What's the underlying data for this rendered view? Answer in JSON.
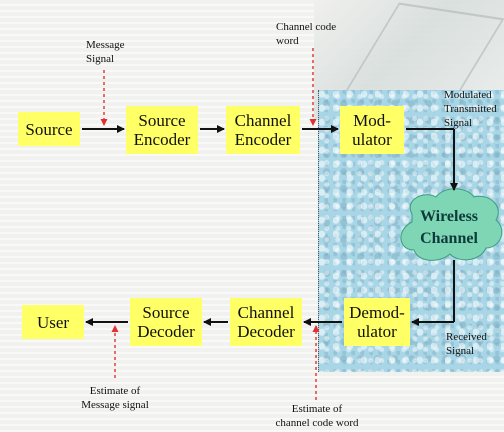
{
  "blocks": {
    "source": "Source",
    "source_encoder": "Source\nEncoder",
    "channel_encoder": "Channel\nEncoder",
    "modulator": "Mod-\nulator",
    "user": "User",
    "source_decoder": "Source\nDecoder",
    "channel_decoder": "Channel\nDecoder",
    "demodulator": "Demod-\nulator"
  },
  "channel": {
    "label": "Wireless\nChannel"
  },
  "annotations": {
    "message_signal": "Message\nSignal",
    "channel_code_word": "Channel code\nword",
    "modulated_signal": "Modulated\nTransmitted\nSignal",
    "received_signal": "Received\nSignal",
    "estimate_message": "Estimate of\nMessage signal",
    "estimate_codeword": "Estimate of\nchannel code word"
  },
  "colors": {
    "block_fill": "#ffff66",
    "channel_panel": "#a9d6e6",
    "cloud_fill": "#7fd6b4",
    "dashed_arrow": "#e03030"
  }
}
